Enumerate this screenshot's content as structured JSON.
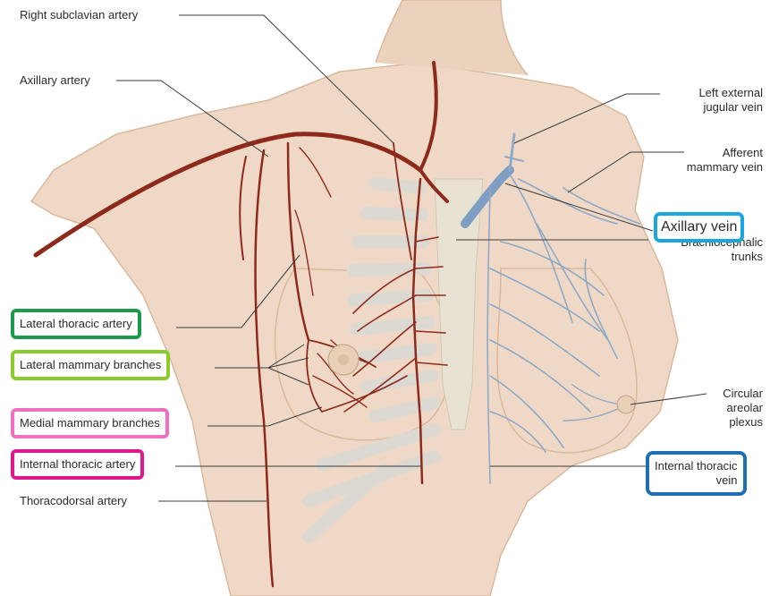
{
  "colors": {
    "skin": "#efd9c6",
    "skin_shade": "#e2c4ab",
    "artery": "#8e2a1c",
    "vein": "#8ea9c6",
    "axillary_vein": "#7e9ec3",
    "rib": "#dcdad4",
    "leader": "#3a3a3a",
    "box_lateral_thoracic": "#1a9a4a",
    "box_lateral_mammary": "#8acc2c",
    "box_medial_mammary": "#ef6fc0",
    "box_internal_artery": "#e0188f",
    "box_internal_vein": "#1f6fb5",
    "box_axillary_vein": "#1aa7e0"
  },
  "labels": {
    "right_subclavian": "Right subclavian artery",
    "axillary_artery": "Axillary artery",
    "lateral_thoracic": "Lateral thoracic artery",
    "lateral_mammary": "Lateral mammary branches",
    "medial_mammary": "Medial mammary branches",
    "internal_thoracic_artery": "Internal thoracic artery",
    "thoracodorsal": "Thoracodorsal artery",
    "left_external_jugular_1": "Left external",
    "left_external_jugular_2": "jugular vein",
    "afferent_1": "Afferent",
    "afferent_2": "mammary vein",
    "axillary_vein": "Axillary vein",
    "brachiocephalic_1": "Brachiocephalic",
    "brachiocephalic_2": "trunks",
    "circular_1": "Circular",
    "circular_2": "areolar",
    "circular_3": "plexus",
    "internal_thoracic_vein_1": "Internal thoracic",
    "internal_thoracic_vein_2": "vein"
  }
}
